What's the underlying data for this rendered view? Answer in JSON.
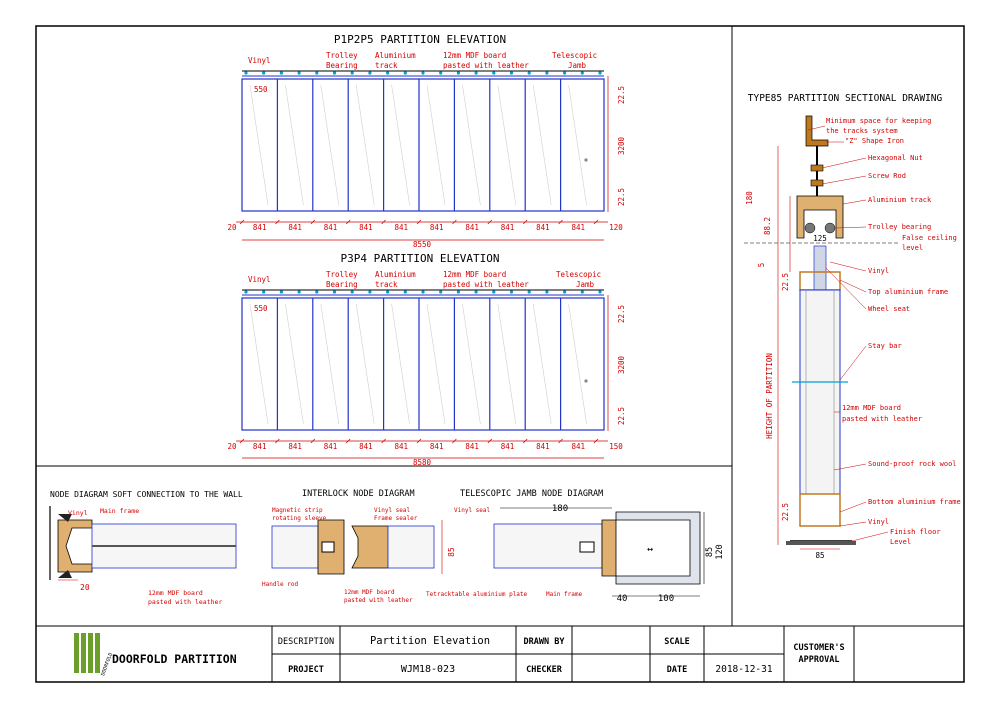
{
  "drawing": {
    "elevation1": {
      "title": "P1P2P5 PARTITION ELEVATION",
      "callouts": {
        "vinyl": "Vinyl",
        "trolley_1": "Trolley",
        "trolley_2": "Bearing",
        "track_1": "Aluminium",
        "track_2": "track",
        "mdf_1": "12mm MDF board",
        "mdf_2": "pasted with leather",
        "jamb_1": "Telescopic",
        "jamb_2": "Jamb"
      },
      "panel_tag": "550",
      "dims": {
        "start": "20",
        "panels": [
          "841",
          "841",
          "841",
          "841",
          "841",
          "841",
          "841",
          "841",
          "841",
          "841"
        ],
        "end": "120",
        "total": "8550",
        "top": "22.5",
        "height": "3200",
        "bottom": "22.5"
      }
    },
    "elevation2": {
      "title": "P3P4 PARTITION ELEVATION",
      "callouts": {
        "vinyl": "Vinyl",
        "trolley_1": "Trolley",
        "trolley_2": "Bearing",
        "track_1": "Aluminium",
        "track_2": "track",
        "mdf_1": "12mm MDF board",
        "mdf_2": "pasted with leather",
        "jamb_1": "Telescopic",
        "jamb_2": "Jamb"
      },
      "panel_tag": "550",
      "dims": {
        "start": "20",
        "panels": [
          "841",
          "841",
          "841",
          "841",
          "841",
          "841",
          "841",
          "841",
          "841",
          "841"
        ],
        "end": "150",
        "total": "8580",
        "top": "22.5",
        "height": "3200",
        "bottom": "22.5"
      }
    },
    "section": {
      "title": "TYPE85 PARTITION SECTIONAL DRAWING",
      "labels": {
        "min_space_1": "Minimum space for keeping",
        "min_space_2": "the tracks system",
        "z_iron": "\"Z\" Shape Iron",
        "hex_nut": "Hexagonal Nut",
        "screw_rod": "Screw Rod",
        "track": "Aluminium track",
        "trolley": "Trolley bearing",
        "ceiling_1": "False ceiling",
        "ceiling_2": "level",
        "vinyl_top": "Vinyl",
        "top_frame": "Top aluminium frame",
        "wheel_seat": "Wheel seat",
        "stay_bar": "Stay bar",
        "mdf_1": "12mm MDF board",
        "mdf_2": "pasted with leather",
        "rock_wool": "Sound-proof rock wool",
        "bottom_frame": "Bottom aluminium frame",
        "vinyl_bottom": "Vinyl",
        "floor_1": "Finish floor",
        "floor_2": "Level"
      },
      "dims": {
        "d180": "180",
        "d88": "88.2",
        "d5": "5",
        "d125": "125",
        "top": "22.5",
        "height_label": "HEIGHT OF PARTITION",
        "bottom": "22.5",
        "width": "85"
      }
    },
    "node_soft": {
      "title": "NODE DIAGRAM SOFT CONNECTION TO THE WALL",
      "labels": {
        "vinyl": "Vinyl",
        "main_frame": "Main frame",
        "mdf_1": "12mm MDF board",
        "mdf_2": "pasted with leather"
      },
      "dim": "20"
    },
    "node_interlock": {
      "title": "INTERLOCK NODE DIAGRAM",
      "labels": {
        "magnetic_1": "Magnetic strip",
        "magnetic_2": "rotating sleeve",
        "vinyl_seal": "Vinyl seal",
        "frame_sealer": "Frame sealer",
        "handle_rod": "Handle rod",
        "mdf_1": "12mm MDF board",
        "mdf_2": "pasted with leather"
      },
      "dim": "85"
    },
    "node_jamb": {
      "title": "TELESCOPIC JAMB NODE DIAGRAM",
      "labels": {
        "vinyl_seal": "Vinyl seal",
        "plate": "Tetracktable aluminium plate",
        "main_frame": "Main frame"
      },
      "dims": {
        "top": "180",
        "d40": "40",
        "d100": "100",
        "d85": "85",
        "d120": "120"
      }
    }
  },
  "title_block": {
    "company": "DOORFOLD PARTITION",
    "logo_text": "DOORFOLD",
    "description_label": "DESCRIPTION",
    "description_value": "Partition Elevation",
    "project_label": "PROJECT",
    "project_value": "WJM18-023",
    "drawn_by_label": "DRAWN BY",
    "checker_label": "CHECKER",
    "scale_label": "SCALE",
    "date_label": "DATE",
    "date_value": "2018-12-31",
    "approval_1": "CUSTOMER'S",
    "approval_2": "APPROVAL"
  },
  "colors": {
    "frame": "#000000",
    "panel": "#2233cc",
    "dimension": "#d40000",
    "track_mark": "#00a0d8",
    "profile": "#c07820",
    "glass": "#9a9a9a"
  }
}
